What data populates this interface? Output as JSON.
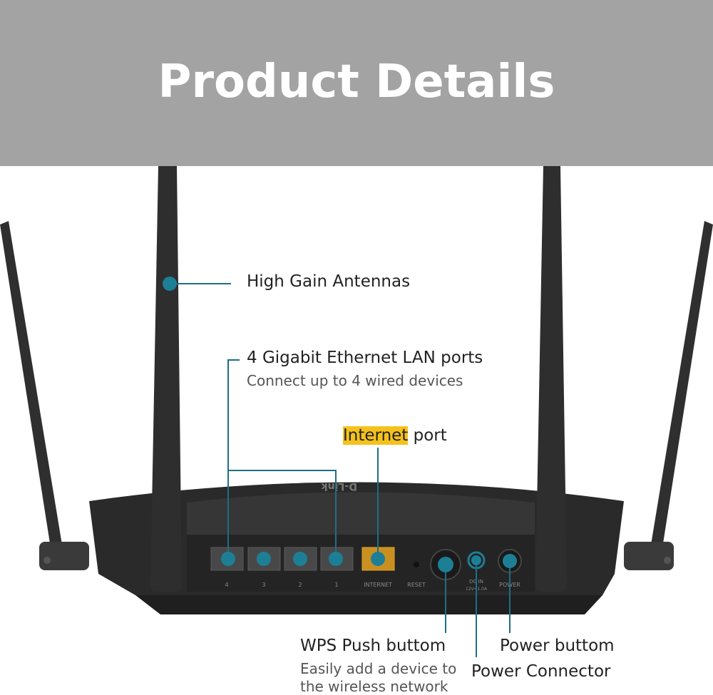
{
  "header": {
    "title": "Product Details"
  },
  "callouts": {
    "antennas": {
      "title": "High Gain Antennas"
    },
    "lan": {
      "title": "4 Gigabit Ethernet LAN ports",
      "subtitle": "Connect up to 4 wired devices"
    },
    "internet": {
      "highlight": "Internet",
      "rest": " port"
    },
    "wps": {
      "title": "WPS Push buttom",
      "subtitle_line1": "Easily add a device to",
      "subtitle_line2": "the wireless network"
    },
    "power_button": {
      "title": "Power buttom"
    },
    "power_connector": {
      "title": "Power Connector"
    }
  },
  "router": {
    "brand": "D-Link",
    "port_labels": [
      "4",
      "3",
      "2",
      "1"
    ],
    "internet_label": "INTERNET",
    "reset_label": "RESET",
    "dcin_label": "DC IN",
    "dcin_spec": "12V⎓1.0A",
    "power_label": "POWER"
  },
  "colors": {
    "header_bg": "#a3a3a3",
    "accent_dot": "#1d7f96",
    "highlight": "#f5c21b",
    "router_body": "#2b2b2b",
    "internet_port": "#e4a52a"
  }
}
